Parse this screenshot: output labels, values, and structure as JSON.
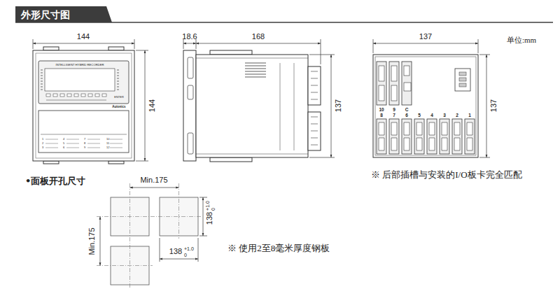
{
  "diagram": {
    "title": "外形尺寸图",
    "labels": [
      "单位:mm",
      "144",
      "144",
      "INTELLIGENT HYBRID RECORDER",
      "ENTER",
      "Autonics",
      "1",
      "4",
      "7",
      "10",
      "2",
      "5",
      "8",
      "11",
      "3",
      "6",
      "9",
      "12",
      "18.6",
      "168",
      "137",
      "137",
      "137",
      "10",
      "9",
      "C",
      "8",
      "7",
      "6",
      "5",
      "4",
      "3",
      "2",
      "1",
      "※ 后部插槽与安装的I/O板卡完全匹配",
      "•面板开孔尺寸",
      "Min.175",
      "Min.175",
      "138",
      "+1.0",
      "0",
      "138",
      "+1.0",
      "0",
      "※ 使用2至8毫米厚度钢板"
    ]
  }
}
